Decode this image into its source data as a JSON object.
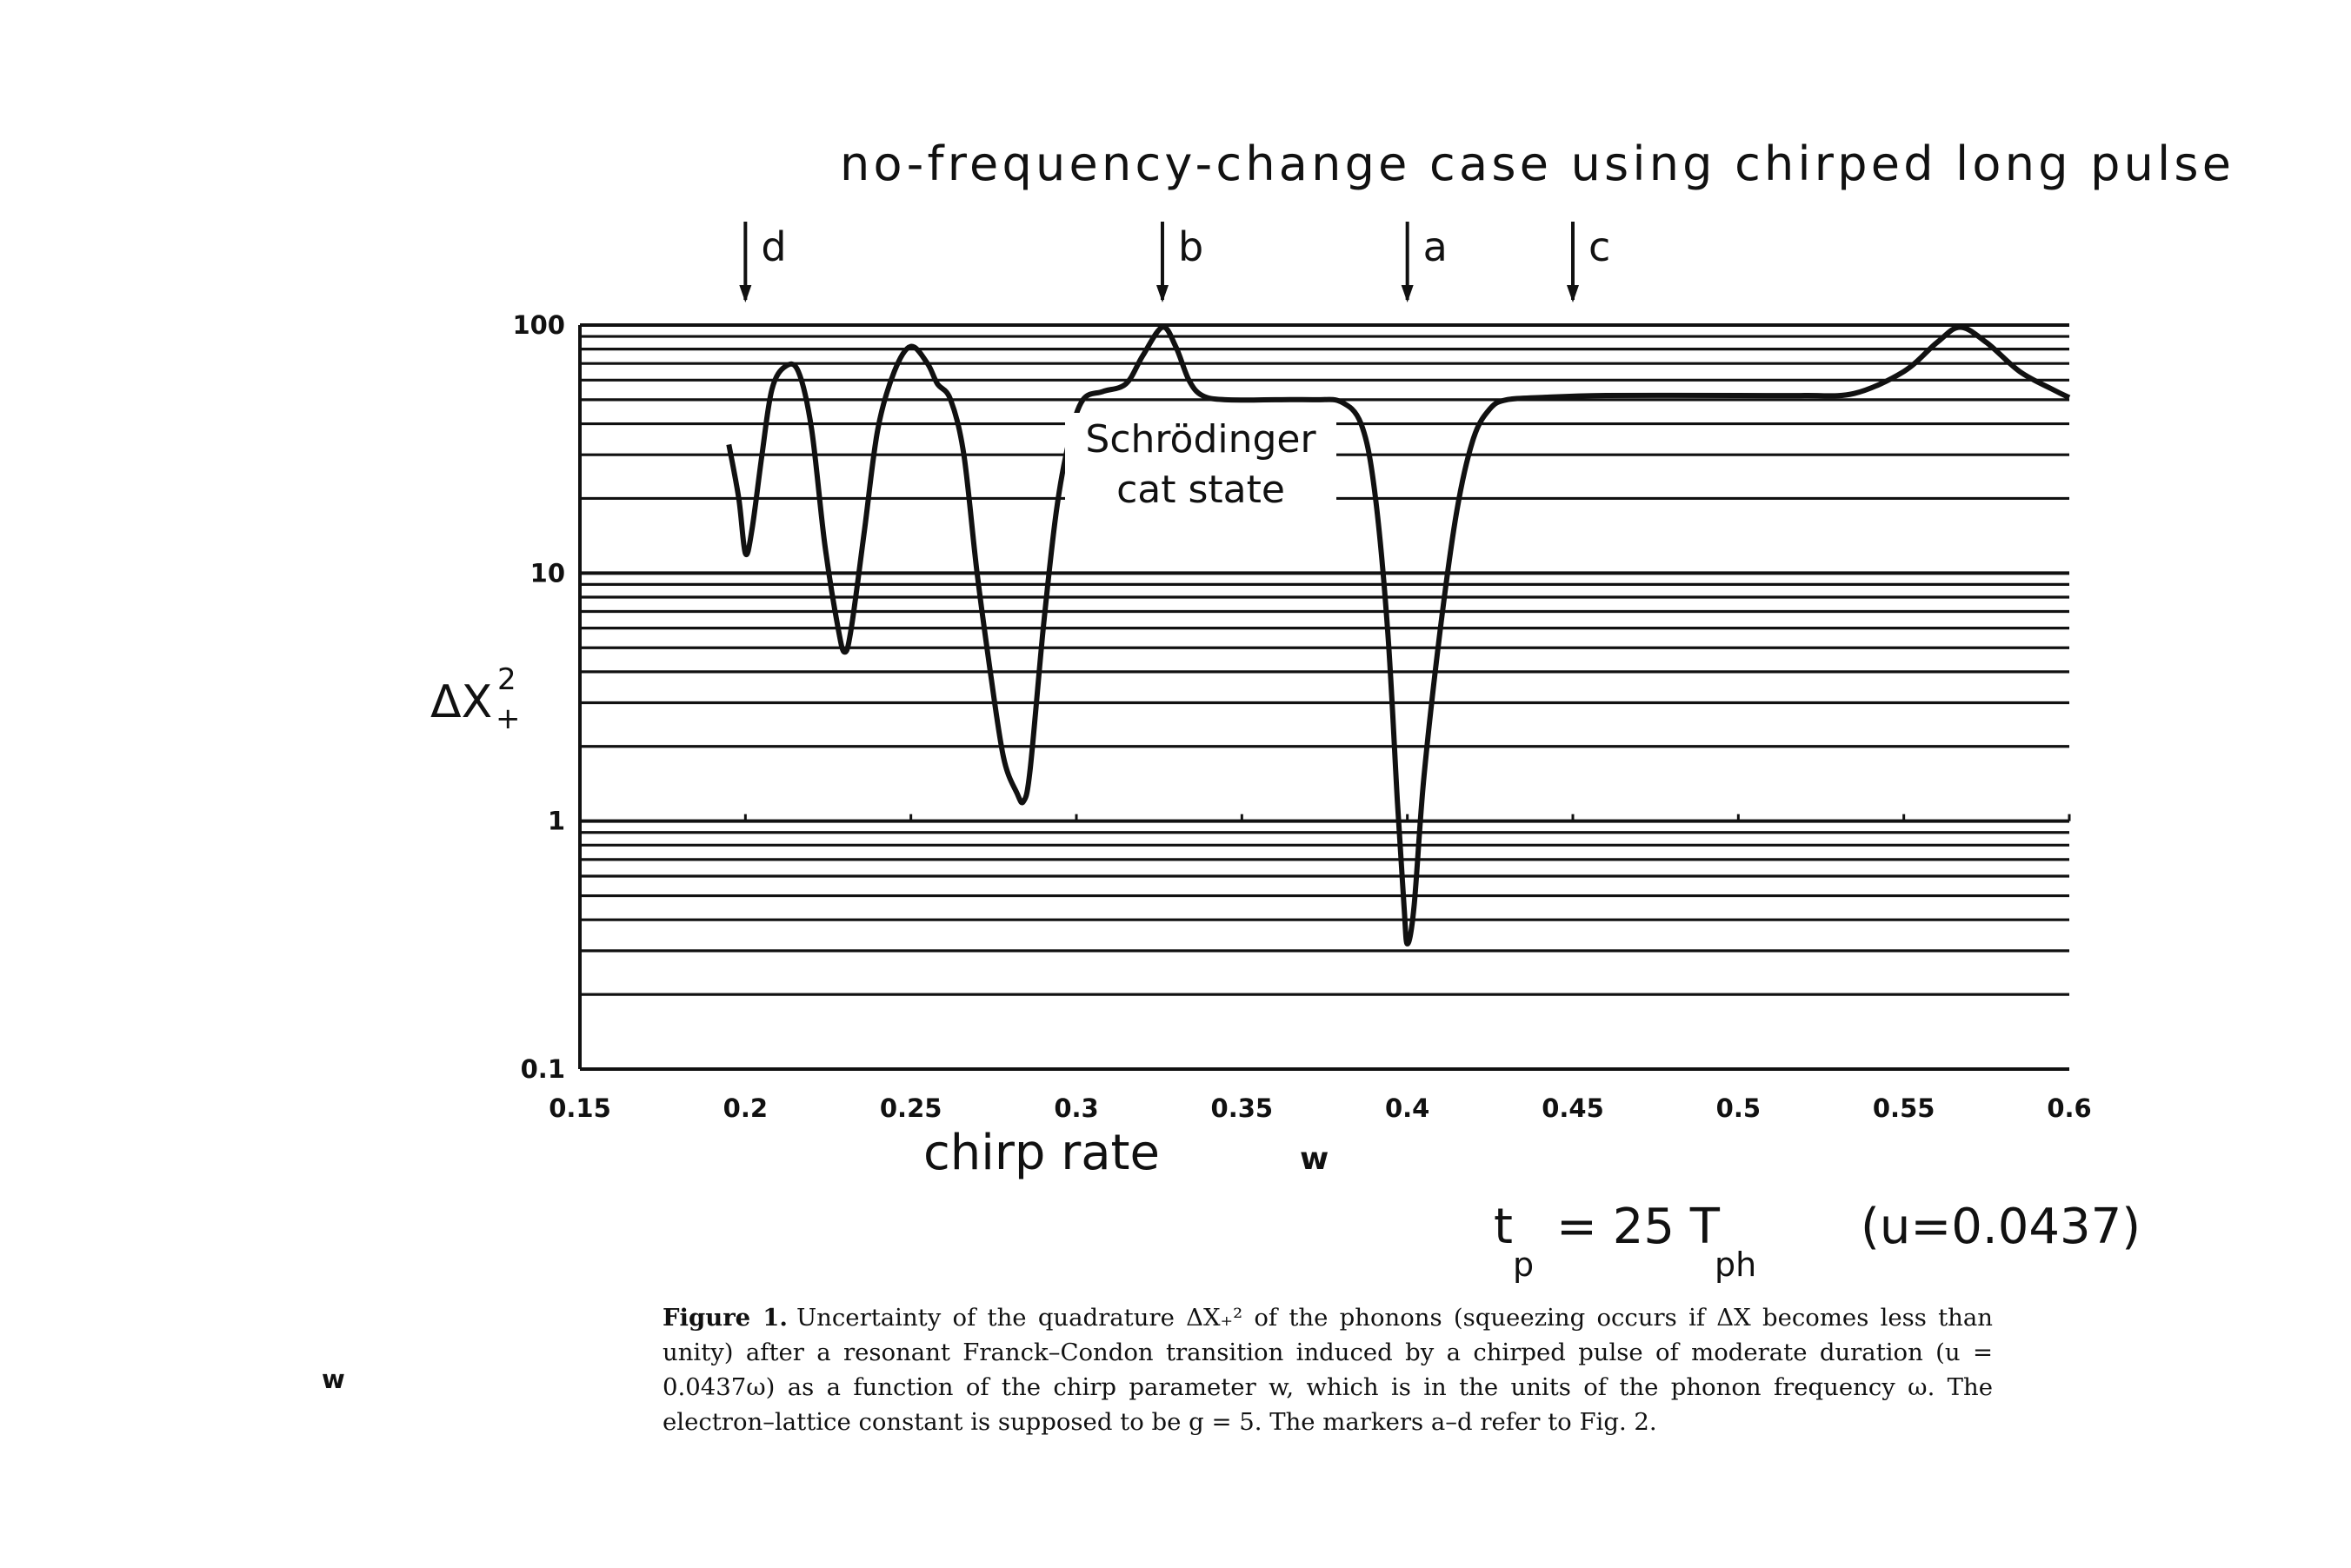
{
  "chart_data": {
    "type": "line",
    "title": "no-frequency-change case using chirped long pulse",
    "xlabel": "chirp rate",
    "xlabel_symbol": "w",
    "ylabel": "ΔX₊²",
    "y_scale": "log",
    "xlim": [
      0.15,
      0.6
    ],
    "ylim": [
      0.1,
      100
    ],
    "x_ticks": [
      "0.15",
      "0.2",
      "0.25",
      "0.3",
      "0.35",
      "0.4",
      "0.45",
      "0.5",
      "0.55",
      "0.6"
    ],
    "y_ticks": [
      "100",
      "10",
      "1",
      "0.1"
    ],
    "grid": "horizontal log gridlines",
    "annotation": "Schrödinger cat state",
    "markers": [
      {
        "label": "d",
        "x": 0.2
      },
      {
        "label": "b",
        "x": 0.326
      },
      {
        "label": "a",
        "x": 0.4
      },
      {
        "label": "c",
        "x": 0.45
      }
    ],
    "param_tp_t": "t",
    "param_tp_sub": "p",
    "param_eq": "= 25 T",
    "param_eq_sub": "ph",
    "param_u": "(u=0.0437)",
    "series": [
      {
        "x": [
          0.195,
          0.198,
          0.2,
          0.202,
          0.205,
          0.208,
          0.212,
          0.216,
          0.22,
          0.224,
          0.228,
          0.23,
          0.232,
          0.236,
          0.24,
          0.245,
          0.25,
          0.255,
          0.258,
          0.262,
          0.266,
          0.27,
          0.274,
          0.278,
          0.282,
          0.284,
          0.286,
          0.29,
          0.294,
          0.298,
          0.302,
          0.308,
          0.315,
          0.32,
          0.326,
          0.33,
          0.334,
          0.338,
          0.345,
          0.36,
          0.372,
          0.38,
          0.386,
          0.39,
          0.394,
          0.397,
          0.399,
          0.4,
          0.402,
          0.405,
          0.41,
          0.415,
          0.42,
          0.425,
          0.43,
          0.44,
          0.46,
          0.5,
          0.52,
          0.535,
          0.55,
          0.56,
          0.567,
          0.575,
          0.585,
          0.595,
          0.6
        ],
        "y": [
          33,
          20,
          12,
          15,
          30,
          55,
          68,
          65,
          38,
          13,
          6,
          4.8,
          6,
          15,
          38,
          65,
          82,
          70,
          58,
          50,
          30,
          10,
          4,
          1.8,
          1.3,
          1.2,
          1.6,
          6,
          18,
          35,
          50,
          54,
          58,
          75,
          98,
          82,
          60,
          52,
          50,
          50,
          50,
          49,
          40,
          22,
          6,
          1.2,
          0.45,
          0.32,
          0.45,
          1.5,
          6,
          18,
          35,
          46,
          50,
          51,
          52,
          52,
          52,
          53,
          65,
          85,
          98,
          85,
          65,
          55,
          51
        ]
      }
    ]
  },
  "caption": {
    "label": "Figure 1.",
    "text": "Uncertainty of the quadrature ΔX₊² of the phonons (squeezing occurs if ΔX becomes less than unity) after a resonant Franck–Condon transition induced by a chirped pulse of moderate duration (u = 0.0437ω) as a function of the chirp parameter w, which is in the units of the phonon frequency ω. The electron–lattice constant is supposed to be g = 5. The markers a–d refer to Fig. 2."
  },
  "stray_label": "w"
}
